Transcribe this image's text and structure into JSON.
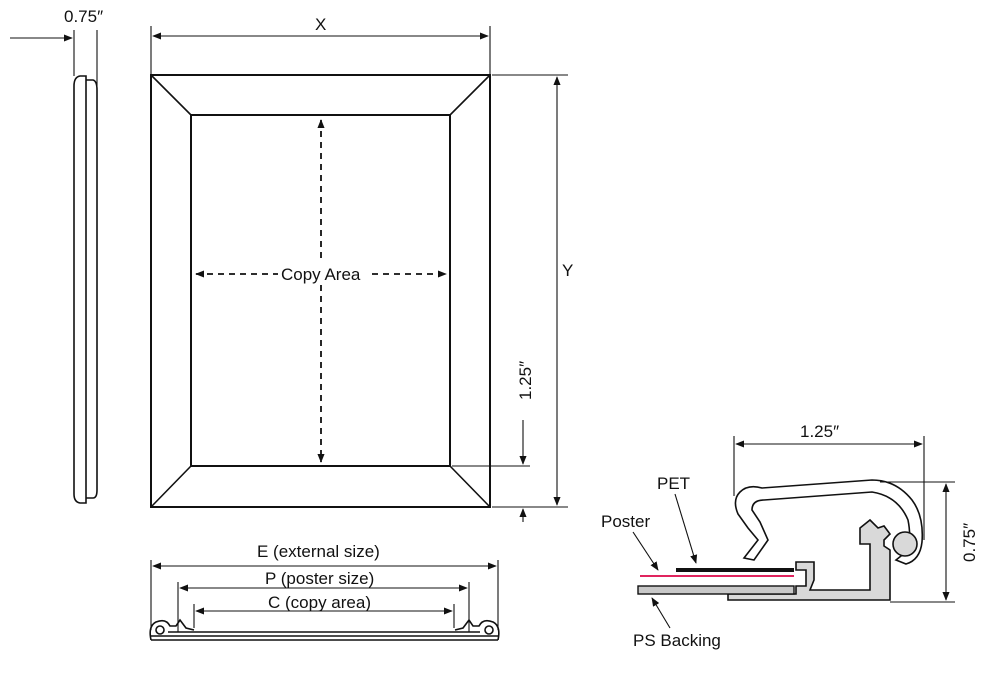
{
  "side_view": {
    "depth_label": "0.75″"
  },
  "front_view": {
    "width_label": "X",
    "height_label": "Y",
    "copy_area_label": "Copy Area",
    "border_label": "1.25″"
  },
  "bottom_view": {
    "external_label": "E (external size)",
    "poster_label": "P (poster size)",
    "copy_label": "C (copy area)"
  },
  "profile_view": {
    "width_label": "1.25″",
    "depth_label": "0.75″",
    "pet_label": "PET",
    "poster_label": "Poster",
    "backing_label": "PS Backing",
    "poster_color": "#e0245e"
  }
}
